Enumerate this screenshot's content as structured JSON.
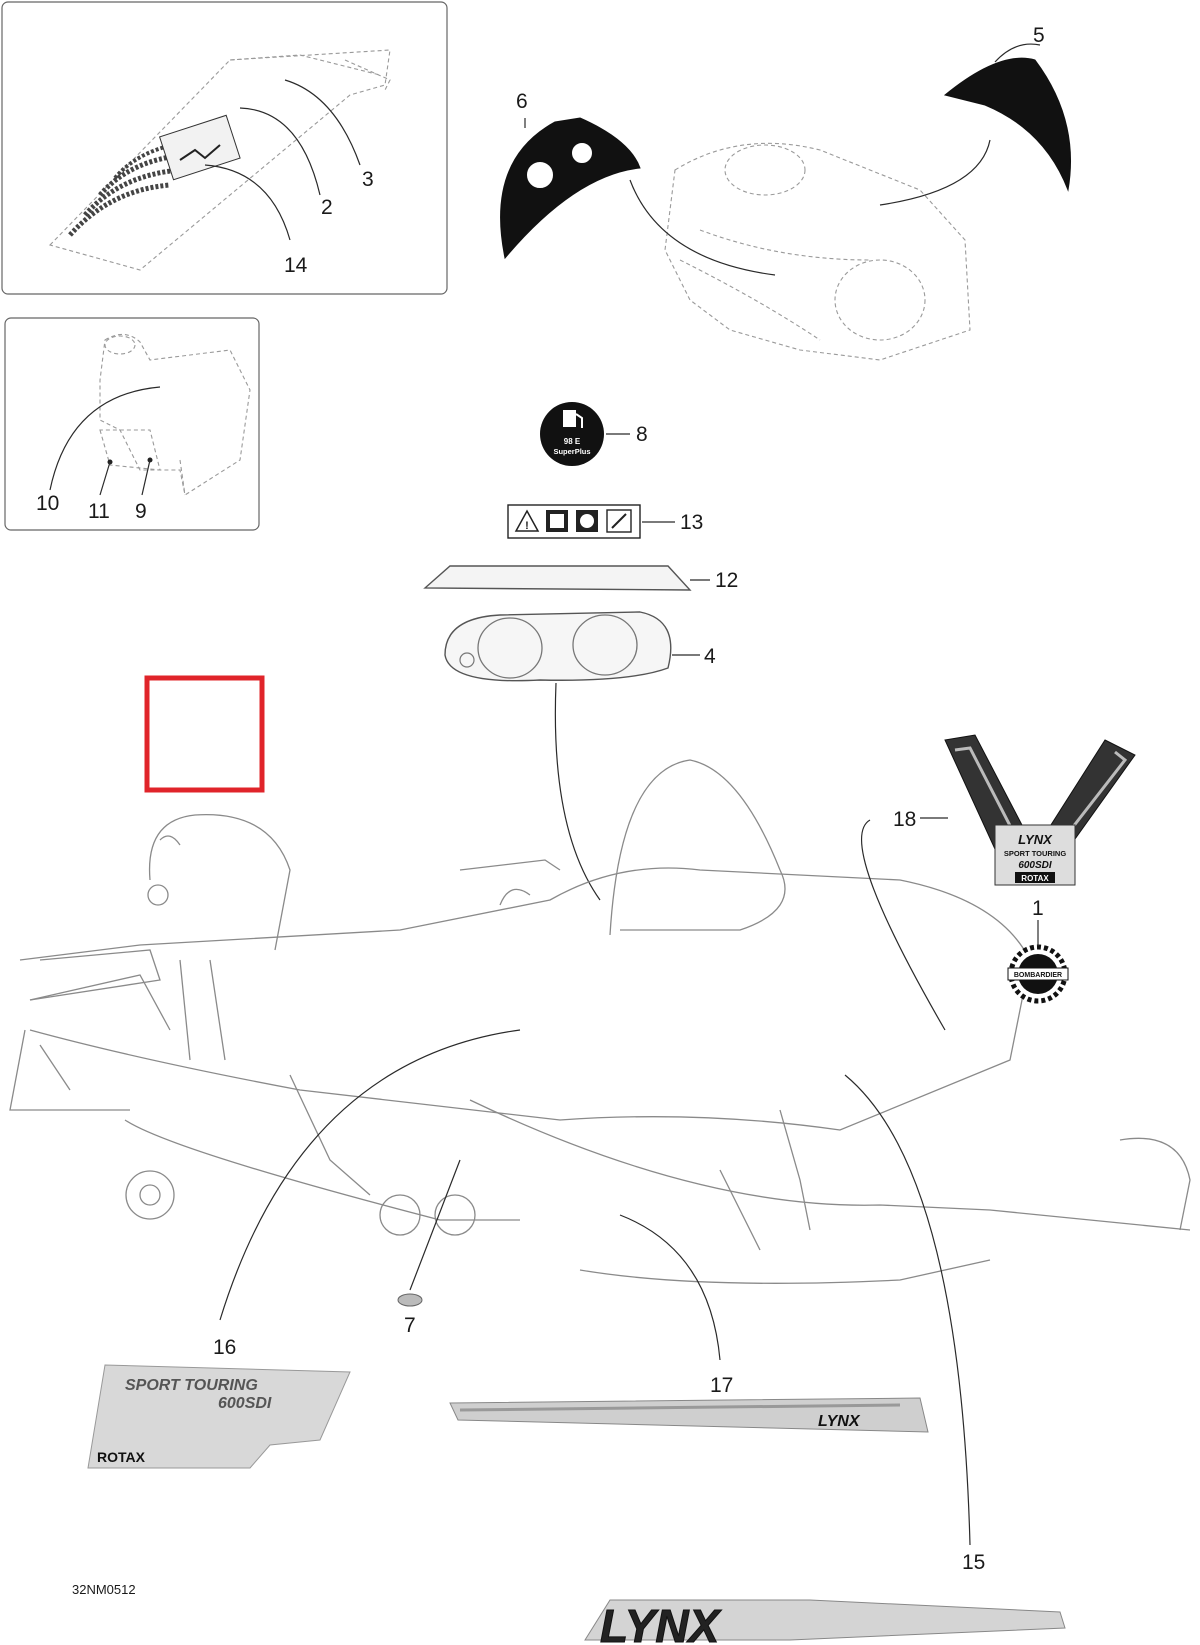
{
  "diagram": {
    "reference_code": "32NM0512",
    "accent_color": "#e0242a",
    "callouts": [
      "1",
      "2",
      "3",
      "4",
      "5",
      "6",
      "7",
      "8",
      "9",
      "10",
      "11",
      "12",
      "13",
      "14",
      "15",
      "16",
      "17",
      "18"
    ],
    "decal_text": {
      "fuel_octane": "98 E",
      "fuel_grade": "SuperPlus",
      "side_line1": "SPORT TOURING",
      "side_line2": "600SDI",
      "side_brand": "ROTAX",
      "stripe_brand": "LYNX",
      "large_brand": "LYNX",
      "emblem_line1": "LYNX",
      "emblem_line2": "SPORT TOURING",
      "emblem_line3": "600SDI",
      "emblem_line4": "ROTAX",
      "badge": "BOMBARDIER"
    },
    "icons": [
      "warning-triangle-icon",
      "read-manual-icon",
      "face-shield-icon",
      "child-warning-icon",
      "fuel-pump-icon"
    ]
  }
}
